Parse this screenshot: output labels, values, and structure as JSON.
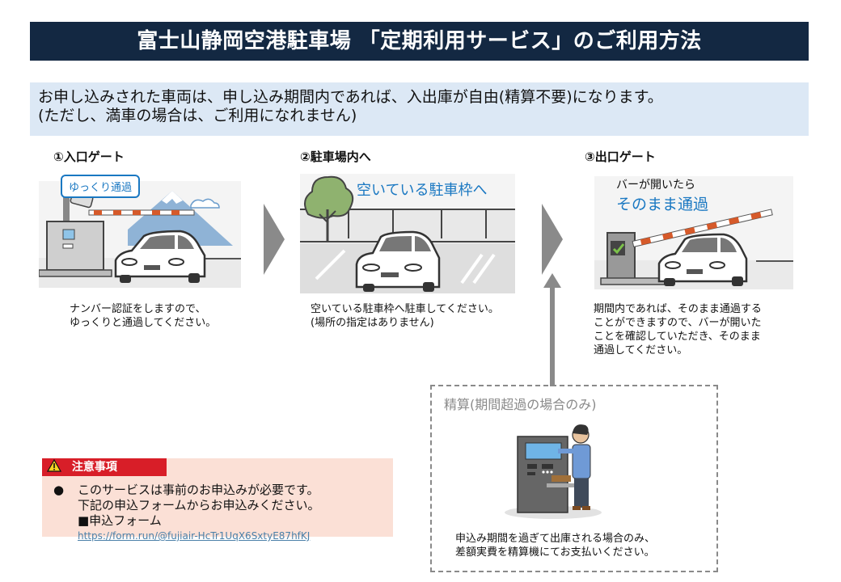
{
  "title": "富士山静岡空港駐車場 「定期利用サービス」のご利用方法",
  "intro": {
    "line1": "お申し込みされた車両は、申し込み期間内であれば、入出庫が自由(精算不要)になります。",
    "line2": "(ただし、満車の場合は、ご利用になれません)"
  },
  "steps": [
    {
      "title": "①入口ゲート",
      "bubble": "ゆっくり通過",
      "caption": [
        "ナンバー認証をしますので、",
        "ゆっくりと通過してください。"
      ]
    },
    {
      "title": "②駐車場内へ",
      "overlay": "空いている駐車枠へ",
      "caption": [
        "空いている駐車枠へ駐車してください。",
        "(場所の指定はありません)"
      ]
    },
    {
      "title": "③出口ゲート",
      "overlay_small": "バーが開いたら",
      "overlay_big": "そのまま通過",
      "caption": [
        "期間内であれば、そのまま通過する",
        "ことができますので、バーが開いた",
        "ことを確認していただき、そのまま",
        "通過してください。"
      ]
    }
  ],
  "payment": {
    "title": "精算(期間超過の場合のみ)",
    "caption": [
      "申込み期間を過ぎて出庫される場合のみ、",
      "差額実費を精算機にてお支払いください。"
    ]
  },
  "notice": {
    "tag": "注意事項",
    "bullet": "●",
    "lines": [
      "このサービスは事前のお申込みが必要です。",
      "下記の申込フォームからお申込みください。",
      "■申込フォーム"
    ],
    "url": "https://form.run/@fujiair-HcTr1UqX6SxtyE87hfKJ"
  },
  "colors": {
    "title_bg": "#132842",
    "intro_bg": "#dce8f5",
    "accent_blue": "#1a78c2",
    "arrow_gray": "#8a8a8a",
    "notice_bg": "#fbe0d6",
    "notice_tag": "#d81e28"
  }
}
